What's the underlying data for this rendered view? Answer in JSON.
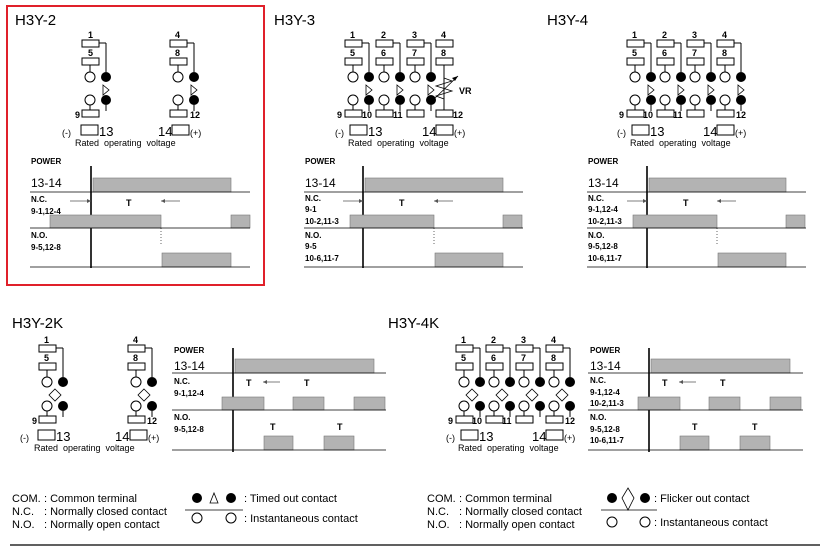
{
  "models": {
    "h3y2": {
      "title": "H3Y-2",
      "pins_top": [
        "1",
        "5",
        "4",
        "8"
      ],
      "pins_bottom": [
        "9",
        "12"
      ],
      "terminal_minus": "(-)",
      "terminal_13": "13",
      "terminal_14": "14",
      "terminal_plus": "(+)",
      "voltage_label": "Rated  operating  voltage",
      "power_label": "POWER",
      "row_power": "13-14",
      "nc_label": "N.C.",
      "nc_pins": "9-1,12-4",
      "no_label": "N.O.",
      "no_pins": "9-5,12-8",
      "t_label": "T"
    },
    "h3y3": {
      "title": "H3Y-3",
      "pins_top": [
        "1",
        "2",
        "3",
        "4"
      ],
      "pins_mid": [
        "5",
        "6",
        "7",
        "8"
      ],
      "pins_bottom": [
        "9",
        "10",
        "11",
        "12"
      ],
      "vr_label": "VR",
      "terminal_minus": "(-)",
      "terminal_13": "13",
      "terminal_14": "14",
      "terminal_plus": "(+)",
      "voltage_label": "Rated  operating  voltage",
      "power_label": "POWER",
      "row_power": "13-14",
      "nc_label": "N.C.",
      "nc_pins_1": "9-1",
      "nc_pins_2": "10-2,11-3",
      "no_label": "N.O.",
      "no_pins_1": "9-5",
      "no_pins_2": "10-6,11-7",
      "t_label": "T"
    },
    "h3y4": {
      "title": "H3Y-4",
      "pins_top": [
        "1",
        "2",
        "3",
        "4"
      ],
      "pins_mid": [
        "5",
        "6",
        "7",
        "8"
      ],
      "pins_bottom": [
        "9",
        "10",
        "11",
        "12"
      ],
      "terminal_minus": "(-)",
      "terminal_13": "13",
      "terminal_14": "14",
      "terminal_plus": "(+)",
      "voltage_label": "Rated  operating  voltage",
      "power_label": "POWER",
      "row_power": "13-14",
      "nc_label": "N.C.",
      "nc_pins_1": "9-1,12-4",
      "nc_pins_2": "10-2,11-3",
      "no_label": "N.O.",
      "no_pins_1": "9-5,12-8",
      "no_pins_2": "10-6,11-7",
      "t_label": "T"
    },
    "h3y2k": {
      "title": "H3Y-2K",
      "pins_top": [
        "1",
        "5",
        "4",
        "8"
      ],
      "pins_bottom": [
        "9",
        "12"
      ],
      "terminal_minus": "(-)",
      "terminal_13": "13",
      "terminal_14": "14",
      "terminal_plus": "(+)",
      "voltage_label": "Rated  operating  voltage",
      "power_label": "POWER",
      "row_power": "13-14",
      "nc_label": "N.C.",
      "nc_pins": "9-1,12-4",
      "no_label": "N.O.",
      "no_pins": "9-5,12-8",
      "t_label": "T"
    },
    "h3y4k": {
      "title": "H3Y-4K",
      "pins_top": [
        "1",
        "2",
        "3",
        "4"
      ],
      "pins_mid": [
        "5",
        "6",
        "7",
        "8"
      ],
      "pins_bottom": [
        "9",
        "10",
        "11",
        "12"
      ],
      "terminal_minus": "(-)",
      "terminal_13": "13",
      "terminal_14": "14",
      "terminal_plus": "(+)",
      "voltage_label": "Rated  operating  voltage",
      "power_label": "POWER",
      "row_power": "13-14",
      "nc_label": "N.C.",
      "nc_pins_1": "9-1,12-4",
      "nc_pins_2": "10-2,11-3",
      "no_label": "N.O.",
      "no_pins_1": "9-5,12-8",
      "no_pins_2": "10-6,11-7",
      "t_label": "T"
    }
  },
  "legend_left": {
    "com_key": "COM.",
    "com_val": ": Common terminal",
    "nc_key": "N.C.",
    "nc_val": ": Normally closed contact",
    "no_key": "N.O.",
    "no_val": ": Normally open contact",
    "timed_label": ": Timed out contact",
    "inst_label": ": Instantaneous contact"
  },
  "legend_right": {
    "com_key": "COM.",
    "com_val": ": Common terminal",
    "nc_key": "N.C.",
    "nc_val": ": Normally closed contact",
    "no_key": "N.O.",
    "no_val": ": Normally open contact",
    "flicker_label": ": Flicker out contact",
    "inst_label": ": Instantaneous contact"
  },
  "colors": {
    "highlight": "#e0202a",
    "bar": "#b3b3b3"
  }
}
